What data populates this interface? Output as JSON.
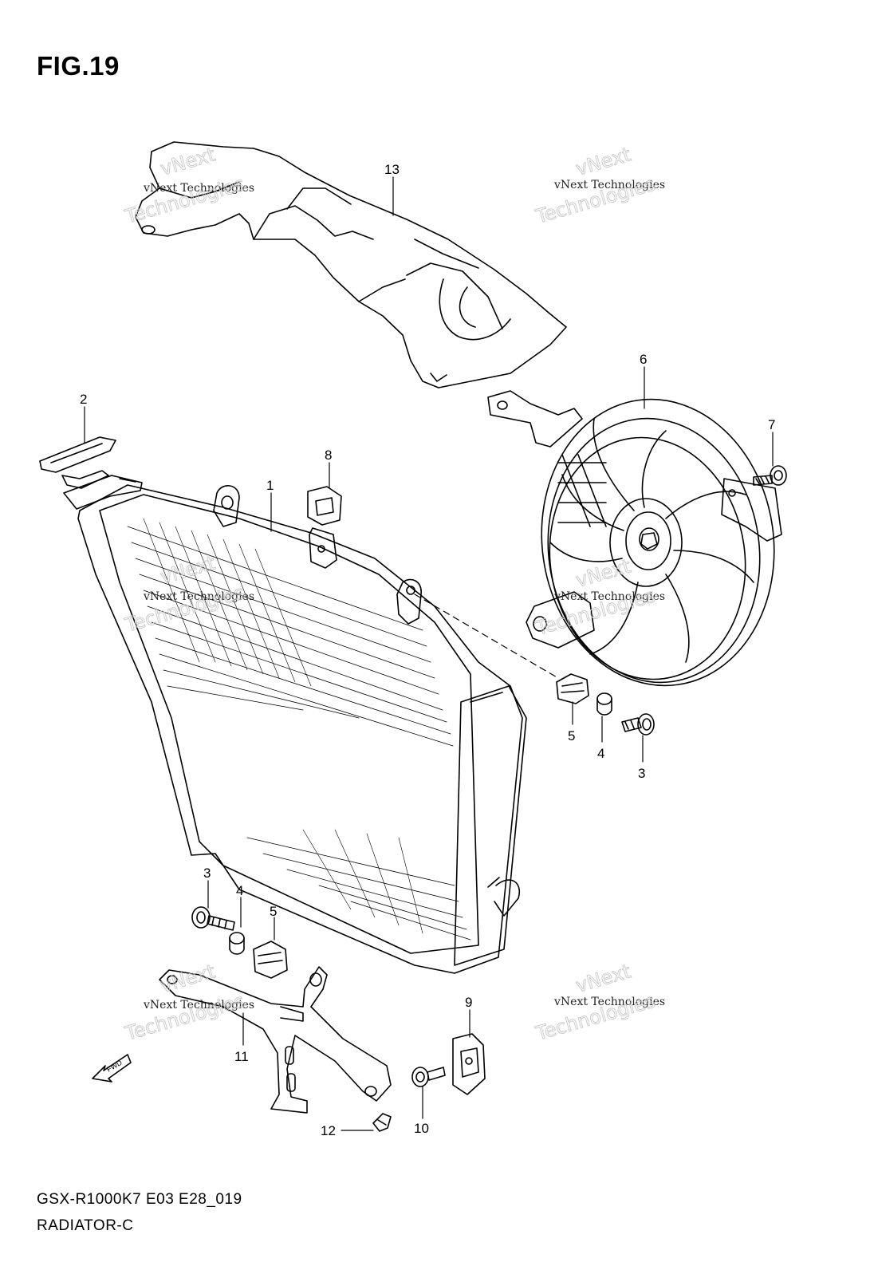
{
  "figure": {
    "title": "FIG.19",
    "model_code": "GSX-R1000K7 E03 E28_019",
    "caption": "RADIATOR-C"
  },
  "watermark": {
    "brand": "vNext",
    "text": "vNext Technologies",
    "word": "Technologies"
  },
  "callouts": [
    "13",
    "6",
    "7",
    "2",
    "8",
    "1",
    "5",
    "4",
    "3",
    "3",
    "4",
    "5",
    "9",
    "11",
    "10",
    "12"
  ],
  "fwd_label": "FWD"
}
